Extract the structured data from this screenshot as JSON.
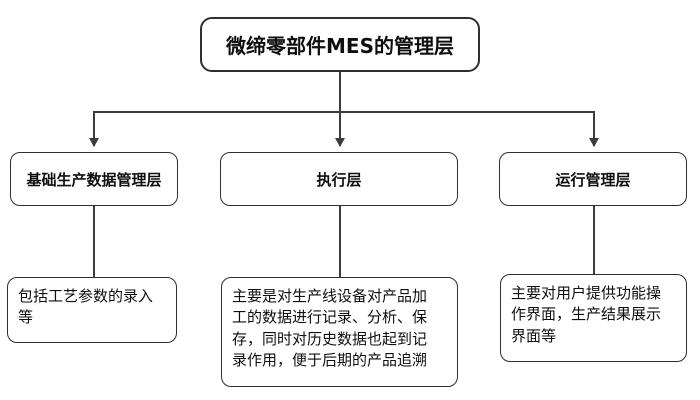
{
  "diagram": {
    "root_label": "微缔零部件MES的管理层",
    "columns": [
      {
        "layer_label": "基础生产数据管理层",
        "description_lines": [
          "包括工艺参数的录入",
          "等"
        ]
      },
      {
        "layer_label": "执行层",
        "description_lines": [
          "主要是对生产线设备对产品加",
          "工的数据进行记录、分析、保",
          "存，同时对历史数据也起到记",
          "录作用，便于后期的产品追溯"
        ]
      },
      {
        "layer_label": "运行管理层",
        "description_lines": [
          "主要对用户提供功能操",
          "作界面，生产结果展示",
          "界面等"
        ]
      }
    ],
    "colors": {
      "border": "#2f2f2f",
      "connector": "#3c3c3c",
      "background": "#ffffff",
      "text": "#0f0f0f"
    }
  }
}
